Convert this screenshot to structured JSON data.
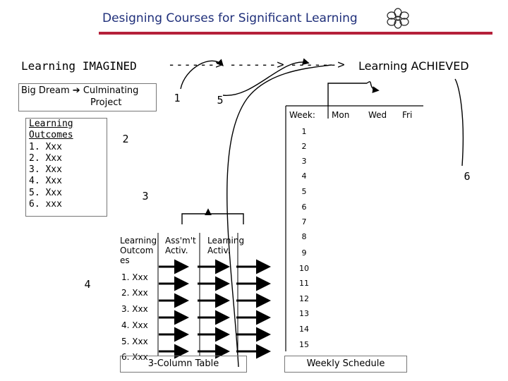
{
  "header": {
    "title": "Designing Courses for Significant Learning"
  },
  "flow": {
    "start": "Learning IMAGINED",
    "arrow1": "------>",
    "arrow2": "------>",
    "arrow3": "------>",
    "end": "Learning ACHIEVED"
  },
  "big_dream": {
    "line1": "Big Dream",
    "arrow": "➔",
    "line2": "Culminating",
    "line3": "Project"
  },
  "learning_outcomes": {
    "title1": "Learning",
    "title2": "Outcomes",
    "items": [
      "1.  Xxx",
      "2.  Xxx",
      "3.  Xxx",
      "4.  Xxx",
      "5.  Xxx",
      "6.  xxx"
    ]
  },
  "step_numbers": [
    "1",
    "2",
    "3",
    "4",
    "5",
    "6"
  ],
  "three_column": {
    "headers": [
      [
        "Learning",
        "Outcom",
        "es"
      ],
      [
        "Ass'm't",
        "Activ."
      ],
      [
        "Learning",
        "Activ."
      ]
    ],
    "rows": [
      "1.  Xxx",
      "2.  Xxx",
      "3. Xxx",
      "4. Xxx",
      "5. Xxx",
      "6. Xxx"
    ],
    "label": "3-Column Table"
  },
  "weekly": {
    "headers": [
      "Week:",
      "Mon",
      "Wed",
      "Fri"
    ],
    "weeks": [
      "1",
      "2",
      "3",
      "4",
      "5",
      "6",
      "7",
      "8",
      "9",
      "10",
      "11",
      "12",
      "13",
      "14",
      "15"
    ],
    "label": "Weekly Schedule"
  },
  "colors": {
    "title": "#1f2f7a",
    "rule": "#b5203a"
  }
}
